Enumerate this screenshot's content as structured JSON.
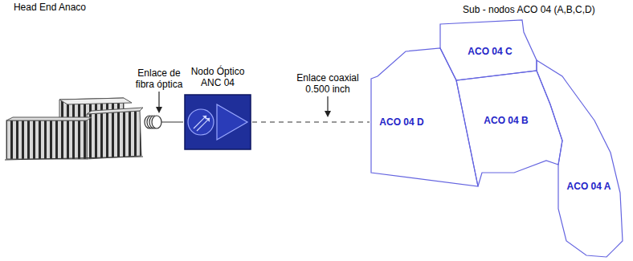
{
  "diagram": {
    "nodes": [
      {
        "text": [
          "Head End Anaco"
        ]
      },
      {
        "text": [
          "Nodo Óptico ANC 04"
        ]
      },
      {
        "text": [
          "ACO 04 C"
        ]
      },
      {
        "text": [
          "ACO 04 D"
        ]
      },
      {
        "text": [
          "ACO 04 B"
        ]
      },
      {
        "text": [
          "ACO 04 A"
        ]
      }
    ],
    "edges": [
      {
        "from": 0,
        "to": 1,
        "arrow": "none"
      },
      {
        "from": 1,
        "to": 3,
        "arrow": "none"
      }
    ],
    "labels": [
      "Enlace de fibra óptica",
      "Enlace coaxial 0.500 inch",
      "Sub - nodos ACO 04 (A,B,C,D)"
    ]
  }
}
